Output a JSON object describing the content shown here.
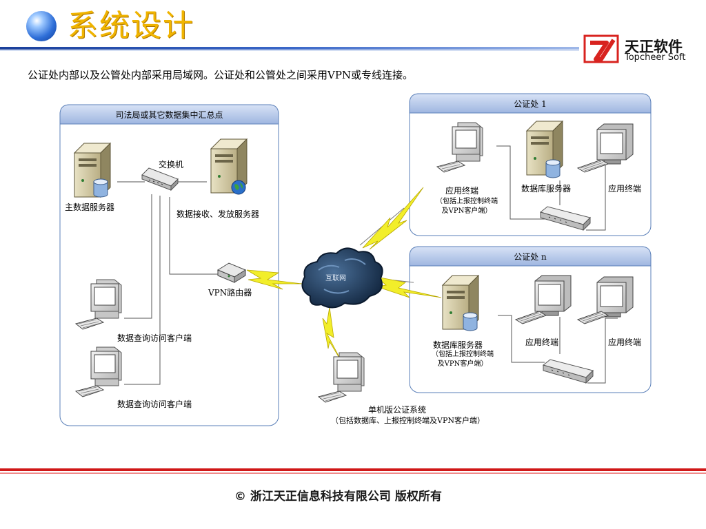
{
  "slide": {
    "title": "系统设计",
    "intro": "公证处内部以及公管处内部采用局域网。公证处和公管处之间采用VPN或专线连接。",
    "copyright_symbol": "©",
    "copyright": "浙江天正信息科技有限公司  版权所有"
  },
  "logo": {
    "name_cn": "天正软件",
    "name_en": "Topcheer Soft",
    "brand_color": "#d8231f"
  },
  "colors": {
    "accent_title": "#f0b400",
    "panel_header": "#b9cbea",
    "rule_blue": "#1a3f9a",
    "rule_red": "#d01818",
    "lightning": "#f2ee2a",
    "cloud": "#1c3552"
  },
  "diagram": {
    "left_panel": {
      "title": "司法局或其它数据集中汇总点",
      "switch_label": "交换机",
      "main_server": "主数据服务器",
      "data_server": "数据接收、发放服务器",
      "vpn_router": "VPN路由器",
      "client1": "数据查询访问客户端",
      "client2": "数据查询访问客户端"
    },
    "internet": "互联网",
    "office1": {
      "title": "公证处 1",
      "app_terminal": "应用终端",
      "app_terminal_note1": "（包括上报控制终端",
      "app_terminal_note2": "及VPN客户端）",
      "db_server": "数据库服务器",
      "app_terminal2": "应用终端"
    },
    "officen": {
      "title": "公证处 n",
      "db_server": "数据库服务器",
      "db_server_note1": "（包括上报控制终端",
      "db_server_note2": "及VPN客户端）",
      "app_terminal1": "应用终端",
      "app_terminal2": "应用终端"
    },
    "standalone": {
      "label": "单机版公证系统",
      "note": "（包括数据库、上报控制终端及VPN客户端）"
    }
  }
}
